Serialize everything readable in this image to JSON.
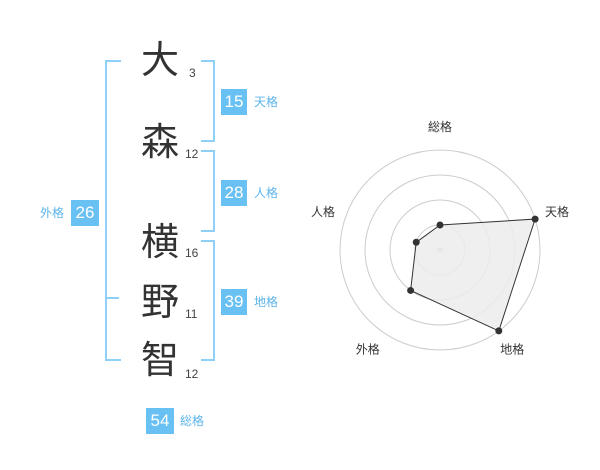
{
  "name": {
    "chars": [
      {
        "char": "大",
        "strokes": "3"
      },
      {
        "char": "森",
        "strokes": "12"
      },
      {
        "char": "横",
        "strokes": "16"
      },
      {
        "char": "野",
        "strokes": "11"
      },
      {
        "char": "智",
        "strokes": "12"
      }
    ]
  },
  "fortunes": {
    "ten": {
      "value": "15",
      "label": "天格"
    },
    "jin": {
      "value": "28",
      "label": "人格"
    },
    "chi": {
      "value": "39",
      "label": "地格"
    },
    "gai": {
      "value": "26",
      "label": "外格"
    },
    "sou": {
      "value": "54",
      "label": "総格"
    }
  },
  "chart_data": {
    "type": "radar",
    "axes": [
      "総格",
      "天格",
      "地格",
      "外格",
      "人格"
    ],
    "values": [
      1,
      4,
      4,
      2,
      1
    ],
    "max": 4,
    "grid": true,
    "colors": {
      "fill": "#ececec",
      "line": "#333333",
      "grid": "#cccccc"
    }
  },
  "colors": {
    "accent": "#69c0f2",
    "bracket": "#8fd0f6",
    "text": "#333333"
  }
}
